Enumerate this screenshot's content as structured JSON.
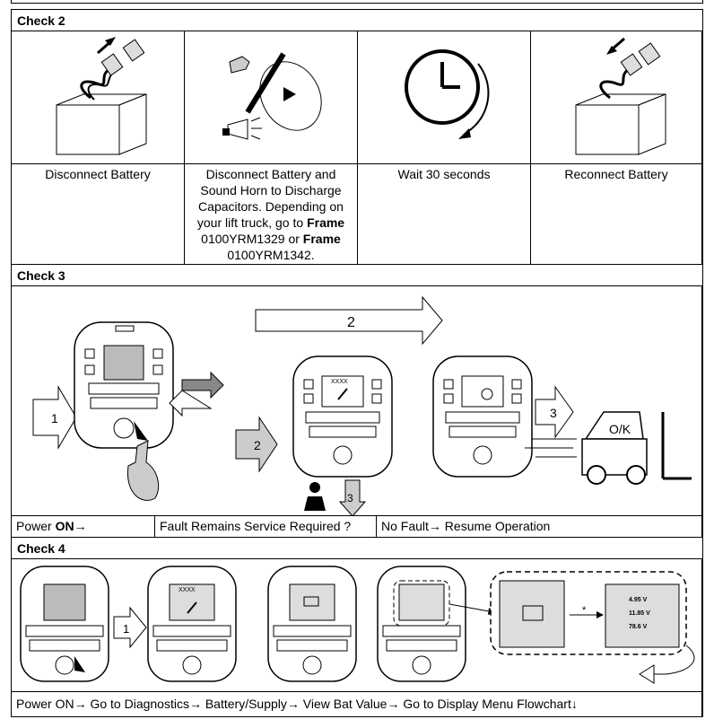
{
  "check2": {
    "title": "Check 2",
    "steps": [
      {
        "caption": "Disconnect Battery"
      },
      {
        "caption_a": "Disconnect Battery and Sound Horn to Discharge Capacitors. Depending on your lift truck, go to ",
        "frame1": "Frame",
        "ref1": " 0100YRM1329 or ",
        "frame2": "Frame",
        "ref2": " 0100YRM1342."
      },
      {
        "caption": "Wait 30 seconds"
      },
      {
        "caption": "Reconnect Battery"
      }
    ]
  },
  "check3": {
    "title": "Check 3",
    "arrow1": "1",
    "arrow2": "2",
    "arrow2b": "2",
    "arrow3": "3",
    "arrow3b": "3",
    "screen_text": "XXXX",
    "ok_text": "O/K",
    "results": {
      "power_a": "Power ",
      "power_b": "ON",
      "power_c": "→",
      "fault": "Fault Remains Service Required ?",
      "nofault": "No Fault→ Resume Operation"
    }
  },
  "check4": {
    "title": "Check 4",
    "arrow1": "1",
    "screen_text": "XXXX",
    "star": "*",
    "values": [
      "4.95 V",
      "11.85 V",
      "78.6 V"
    ],
    "footer": "Power ON→ Go to Diagnostics→ Battery/Supply→ View Bat Value→ Go to Display Menu Flowchart↓"
  }
}
